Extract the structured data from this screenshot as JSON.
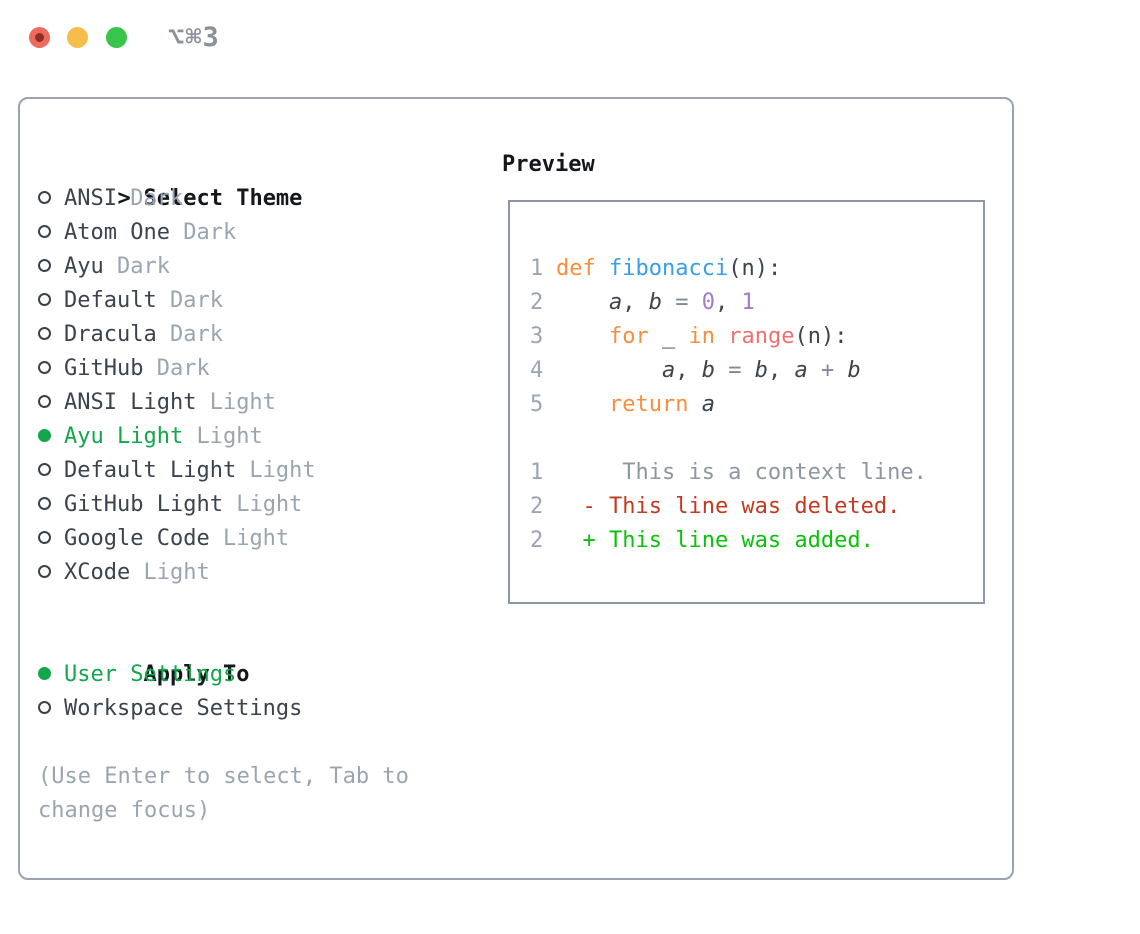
{
  "titlebar": {
    "shortcut": "⌥⌘3"
  },
  "theme_list": {
    "prompt": ">",
    "title": "Select Theme",
    "items": [
      {
        "name": "ANSI",
        "variant": "Dark",
        "selected": false
      },
      {
        "name": "Atom One",
        "variant": "Dark",
        "selected": false
      },
      {
        "name": "Ayu",
        "variant": "Dark",
        "selected": false
      },
      {
        "name": "Default",
        "variant": "Dark",
        "selected": false
      },
      {
        "name": "Dracula",
        "variant": "Dark",
        "selected": false
      },
      {
        "name": "GitHub",
        "variant": "Dark",
        "selected": false
      },
      {
        "name": "ANSI Light",
        "variant": "Light",
        "selected": false
      },
      {
        "name": "Ayu Light",
        "variant": "Light",
        "selected": true
      },
      {
        "name": "Default Light",
        "variant": "Light",
        "selected": false
      },
      {
        "name": "GitHub Light",
        "variant": "Light",
        "selected": false
      },
      {
        "name": "Google Code",
        "variant": "Light",
        "selected": false
      },
      {
        "name": "XCode",
        "variant": "Light",
        "selected": false
      }
    ]
  },
  "apply_to": {
    "title": "Apply To",
    "options": [
      {
        "label": "User Settings",
        "selected": true
      },
      {
        "label": "Workspace Settings",
        "selected": false
      }
    ]
  },
  "hint_lines": [
    "(Use Enter to select, Tab to",
    "change focus)"
  ],
  "preview": {
    "title": "Preview",
    "lines": [
      {
        "num": "1",
        "segs": [
          {
            "t": "def ",
            "c": "kw"
          },
          {
            "t": "fibonacci",
            "c": "fn"
          },
          {
            "t": "(n):",
            "c": "pl"
          }
        ]
      },
      {
        "num": "2",
        "segs": [
          {
            "t": "    ",
            "c": "pl"
          },
          {
            "t": "a",
            "c": "var"
          },
          {
            "t": ", ",
            "c": "pl"
          },
          {
            "t": "b",
            "c": "var"
          },
          {
            "t": " ",
            "c": "pl"
          },
          {
            "t": "=",
            "c": "op"
          },
          {
            "t": " ",
            "c": "pl"
          },
          {
            "t": "0",
            "c": "num"
          },
          {
            "t": ", ",
            "c": "pl"
          },
          {
            "t": "1",
            "c": "num"
          }
        ]
      },
      {
        "num": "3",
        "segs": [
          {
            "t": "    ",
            "c": "pl"
          },
          {
            "t": "for",
            "c": "kw"
          },
          {
            "t": " _ ",
            "c": "pl"
          },
          {
            "t": "in",
            "c": "kw"
          },
          {
            "t": " ",
            "c": "pl"
          },
          {
            "t": "range",
            "c": "call"
          },
          {
            "t": "(n):",
            "c": "pl"
          }
        ]
      },
      {
        "num": "4",
        "segs": [
          {
            "t": "        ",
            "c": "pl"
          },
          {
            "t": "a",
            "c": "var"
          },
          {
            "t": ", ",
            "c": "pl"
          },
          {
            "t": "b",
            "c": "var"
          },
          {
            "t": " ",
            "c": "pl"
          },
          {
            "t": "=",
            "c": "op"
          },
          {
            "t": " ",
            "c": "pl"
          },
          {
            "t": "b",
            "c": "var"
          },
          {
            "t": ", ",
            "c": "pl"
          },
          {
            "t": "a",
            "c": "var"
          },
          {
            "t": " ",
            "c": "pl"
          },
          {
            "t": "+",
            "c": "op"
          },
          {
            "t": " ",
            "c": "pl"
          },
          {
            "t": "b",
            "c": "var"
          }
        ]
      },
      {
        "num": "5",
        "segs": [
          {
            "t": "    ",
            "c": "pl"
          },
          {
            "t": "return",
            "c": "kw"
          },
          {
            "t": " ",
            "c": "pl"
          },
          {
            "t": "a",
            "c": "var"
          }
        ]
      },
      {
        "num": "",
        "segs": []
      },
      {
        "num": "1",
        "segs": [
          {
            "t": "     This is a context line.",
            "c": "ctx"
          }
        ]
      },
      {
        "num": "2",
        "segs": [
          {
            "t": "  - This line was deleted.",
            "c": "del"
          }
        ]
      },
      {
        "num": "2",
        "segs": [
          {
            "t": "  + This line was added.",
            "c": "add"
          }
        ]
      }
    ]
  },
  "colors": {
    "text-dark": "#3b434d",
    "heading": "#14181d",
    "muted": "#9aa5b1",
    "line-number": "#9aa4b4",
    "green-ui": "#12a74b",
    "kw": "#fa8d3e",
    "fn": "#399ee6",
    "const": "#a37acc",
    "call": "#f07171",
    "op": "#7e8896",
    "add": "#0bc20b",
    "del": "#c23a20",
    "ctx": "#8e969f",
    "window-border": "#9aa3af",
    "preview-border": "#8c96a4",
    "traffic-red": "#ee6a5e",
    "traffic-red-dot": "#8e2f25",
    "traffic-yellow": "#f5bd4b",
    "traffic-green": "#37c649"
  }
}
